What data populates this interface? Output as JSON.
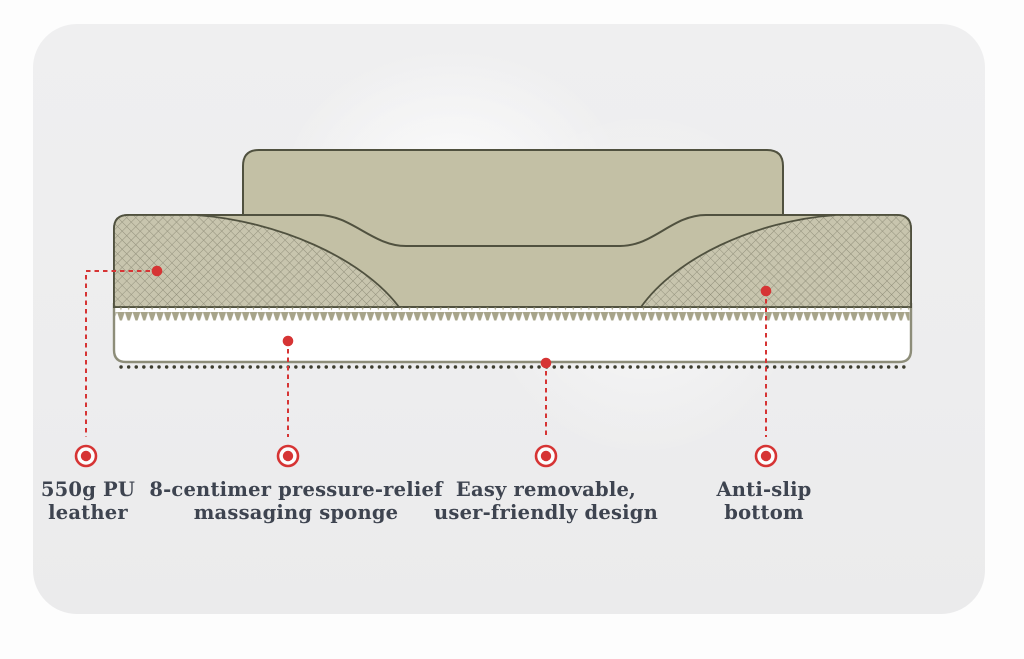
{
  "diagram_title": "seat-cushion cross-section feature diagram",
  "callouts": [
    {
      "name": "pu-leather",
      "lines": [
        "550g PU",
        "leather"
      ]
    },
    {
      "name": "massaging-sponge",
      "lines": [
        "8-centimer pressure-relief",
        "massaging sponge"
      ]
    },
    {
      "name": "easy-removable",
      "lines": [
        "Easy removable,",
        "user-friendly design"
      ]
    },
    {
      "name": "anti-slip-bottom",
      "lines": [
        "Anti-slip",
        "bottom"
      ]
    }
  ],
  "colors": {
    "accent_red": "#d63434",
    "cushion_khaki": "#c3c0a5",
    "crosshatch_base": "#c8c5ae",
    "outline_olive": "#50513f",
    "zigzag_teeth": "#a7a48a",
    "bottom_layer_white": "#ffffff",
    "dotted_edge": "#3d3d2f",
    "label_text": "#3e4450",
    "card_background": "#eeeeef",
    "page_background": "#fdfdfd"
  }
}
